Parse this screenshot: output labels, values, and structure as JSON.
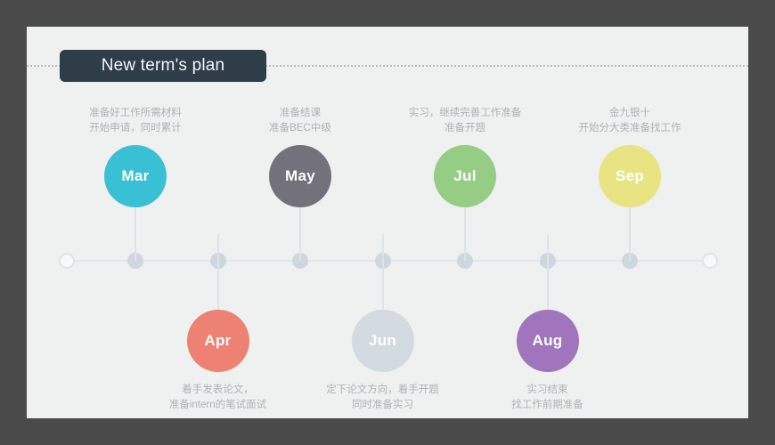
{
  "slide": {
    "title": "New term's plan",
    "background_color": "#eff1f0",
    "frame_color": "#4a4a4a",
    "banner_color": "#2e3d47",
    "axis_color": "#e2e6ea",
    "node_color": "#cfd7de"
  },
  "timeline": {
    "items": [
      {
        "month": "Mar",
        "color": "#3ac0d4",
        "position": "above",
        "caption": [
          "准备好工作所需材料",
          "开始申请，同时累计"
        ]
      },
      {
        "month": "Apr",
        "color": "#ed8173",
        "position": "below",
        "caption": [
          "着手发表论文，",
          "准备intern的笔试面试"
        ]
      },
      {
        "month": "May",
        "color": "#73727a",
        "position": "above",
        "caption": [
          "准备结课",
          "准备BEC中级"
        ]
      },
      {
        "month": "Jun",
        "color": "#d3dae0",
        "position": "below",
        "caption": [
          "定下论文方向，着手开题",
          "同时准备实习"
        ]
      },
      {
        "month": "Jul",
        "color": "#96cd85",
        "position": "above",
        "caption": [
          "实习，继续完善工作准备",
          "准备开题"
        ]
      },
      {
        "month": "Aug",
        "color": "#a175bb",
        "position": "below",
        "caption": [
          "实习结束",
          "找工作前期准备"
        ]
      },
      {
        "month": "Sep",
        "color": "#e8e383",
        "position": "above",
        "caption": [
          "金九银十",
          "开始分大类准备找工作"
        ]
      }
    ]
  }
}
